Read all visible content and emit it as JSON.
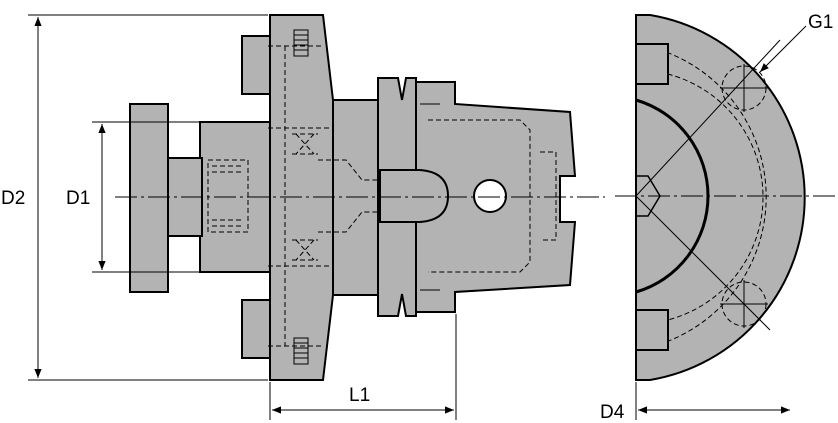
{
  "drawing": {
    "labels": {
      "d1": "D1",
      "d2": "D2",
      "d4": "D4",
      "l1": "L1",
      "g1": "G1"
    }
  },
  "colors": {
    "part_fill": "#b3b3b3",
    "line": "#000000",
    "background": "#ffffff",
    "hole": "#ffffff"
  }
}
